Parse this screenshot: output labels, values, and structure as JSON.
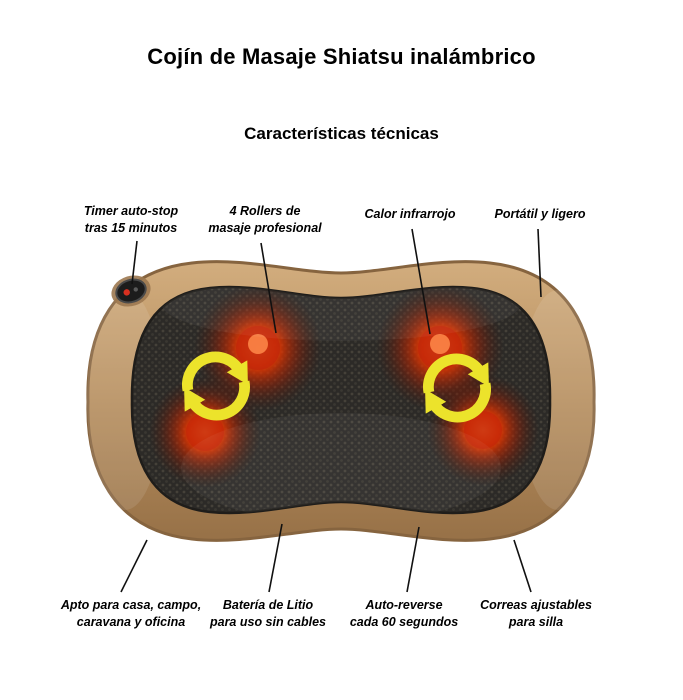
{
  "page": {
    "title": "Cojín de Masaje Shiatsu inalámbrico",
    "subtitle": "Características técnicas"
  },
  "callouts": [
    {
      "id": "timer-auto-stop",
      "label": "Timer auto-stop\ntras 15 minutos"
    },
    {
      "id": "rollers",
      "label": "4 Rollers de\nmasaje profesional"
    },
    {
      "id": "calor-infrarrojo",
      "label": "Calor infrarrojo"
    },
    {
      "id": "portatil-ligero",
      "label": "Portátil y ligero"
    },
    {
      "id": "apto-lugares",
      "label": "Apto para casa, campo,\ncaravana y oficina"
    },
    {
      "id": "bateria-litio",
      "label": "Batería de Litio\npara uso sin cables"
    },
    {
      "id": "auto-reverse",
      "label": "Auto-reverse\ncada 60 segundos"
    },
    {
      "id": "correas-ajustables",
      "label": "Correas ajustables\npara silla"
    }
  ],
  "icons": [
    {
      "name": "rotation-arrows-icon",
      "meaning": "circular auto-reverse rotation arrows"
    },
    {
      "name": "power-button",
      "meaning": "power switch on pillow edge"
    }
  ],
  "colors": {
    "background": "#ffffff",
    "title_text": "#000000",
    "callout_text": "#000000",
    "line_black": "#111111",
    "pillow_tan": "#b8915f",
    "pillow_edge": "#86643f",
    "mesh_dark": "#2c2a27",
    "roller_glow": "#ff3c00",
    "arrow_yellow": "#ece32b"
  }
}
